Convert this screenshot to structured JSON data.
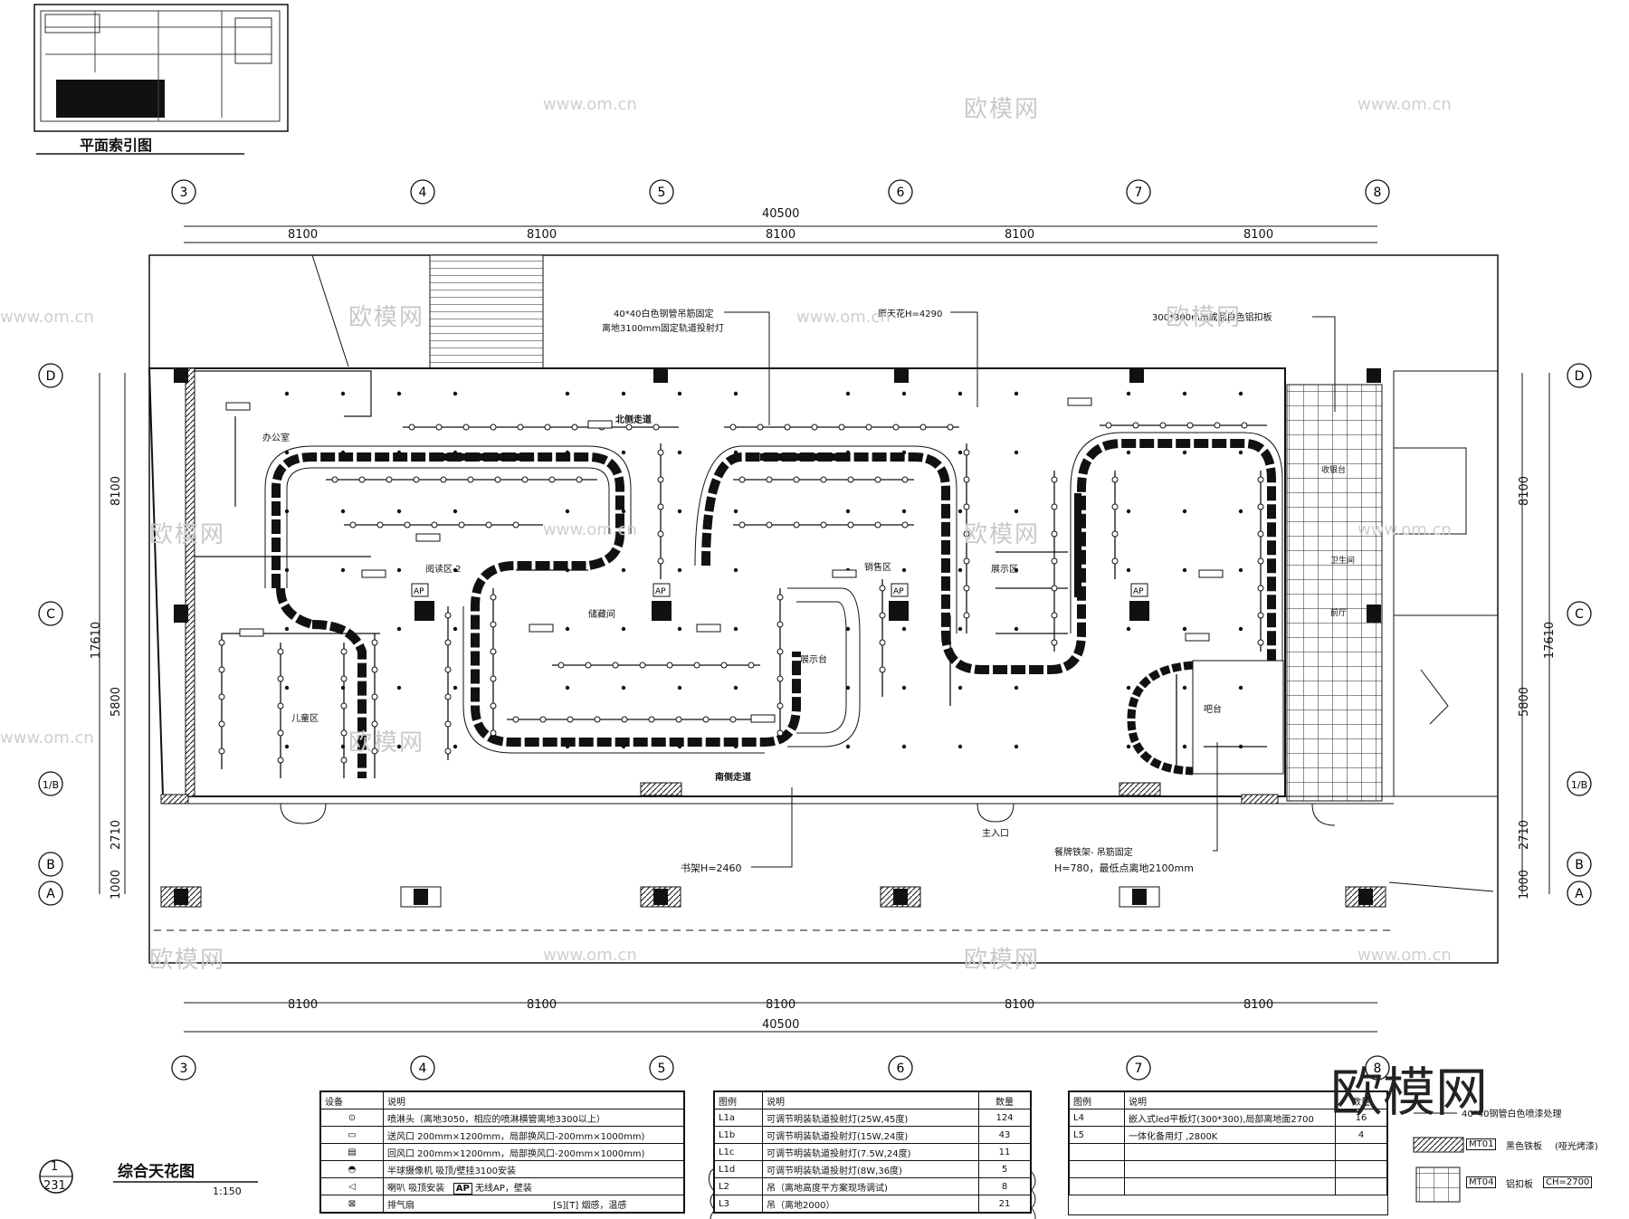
{
  "index_plan_title": "平面索引图",
  "drawing_title": "综合天花图",
  "drawing_scale": "1:150",
  "drawing_no": "1",
  "sheet_no": "231",
  "grid_top": [
    "3",
    "4",
    "5",
    "6",
    "7",
    "8"
  ],
  "grid_side": [
    "D",
    "C",
    "1/B",
    "B",
    "A"
  ],
  "dims_top": {
    "total": "40500",
    "bays": [
      "8100",
      "8100",
      "8100",
      "8100",
      "8100"
    ]
  },
  "dims_bottom": {
    "total": "40500",
    "bays": [
      "8100",
      "8100",
      "8100",
      "8100",
      "8100"
    ]
  },
  "dims_side": {
    "total": "17610",
    "segments": [
      "8100",
      "5800",
      "2710",
      "1000"
    ]
  },
  "rooms": {
    "office": "办公室",
    "reading": "阅读区 2",
    "sales": "销售区",
    "display": "展示区",
    "kids": "儿童区",
    "bar": "吧台",
    "counter": "展示台",
    "storage": "储藏间",
    "north_aisle": "北侧走道",
    "south_aisle": "南侧走道",
    "entrance": "主入口",
    "cashier": "收银台",
    "restroom": "卫生间",
    "lobby": "前厅"
  },
  "notes": {
    "n1_a": "40*40白色钢管吊筋固定",
    "n1_b": "离地3100mm固定轨道投射灯",
    "n2": "原天花H=4290",
    "n3": "300*300mm成品白色铝扣板",
    "n4": "书架H=2460",
    "n5_a": "餐牌铁架- 吊筋固定",
    "n5_b": "H=780，最低点离地2100mm"
  },
  "legend1": {
    "header": [
      "设备",
      "说明"
    ],
    "rows": [
      {
        "sym": "sprinkler",
        "desc": "喷淋头（离地3050，相应的喷淋横管离地3300以上）"
      },
      {
        "sym": "supply",
        "desc": "送风口 200mm×1200mm，局部换风口-200mm×1000mm)"
      },
      {
        "sym": "return",
        "desc": "回风口 200mm×1200mm，局部换风口-200mm×1000mm)"
      },
      {
        "sym": "camera",
        "desc": "半球摄像机  吸顶/壁挂3100安装"
      },
      {
        "sym": "speaker",
        "desc": "喇叭    吸顶安装"
      },
      {
        "sym": "exhaust",
        "desc": "排气扇"
      }
    ],
    "ap_label": "AP",
    "ap_desc": "无线AP，壁装",
    "smoke_desc": "烟感，温感"
  },
  "legend2": {
    "header": [
      "图例",
      "说明",
      "数量"
    ],
    "rows": [
      {
        "code": "L1a",
        "desc": "可调节明装轨道投射灯(25W,45度)",
        "qty": "124"
      },
      {
        "code": "L1b",
        "desc": "可调节明装轨道投射灯(15W,24度)",
        "qty": "43"
      },
      {
        "code": "L1c",
        "desc": "可调节明装轨道投射灯(7.5W,24度)",
        "qty": "11"
      },
      {
        "code": "L1d",
        "desc": "可调节明装轨道投射灯(8W,36度)",
        "qty": "5"
      },
      {
        "code": "L2",
        "desc": "吊（离地高度平方案现场调试)",
        "qty": "8"
      },
      {
        "code": "L3",
        "desc": "吊（离地2000）",
        "qty": "21"
      }
    ]
  },
  "legend3": {
    "header": [
      "图例",
      "说明",
      "数量"
    ],
    "rows": [
      {
        "code": "L4",
        "desc": "嵌入式led平板灯(300*300),局部离地面2700",
        "qty": "16"
      },
      {
        "code": "L5",
        "desc": "一体化备用灯 ,2800K",
        "qty": "4"
      }
    ]
  },
  "materials": {
    "note": "40*40钢管白色喷漆处理",
    "mt01_code": "MT01",
    "mt01_desc": "黑色铁板",
    "mt01_extra": "(哑光烤漆)",
    "mt04_code": "MT04",
    "mt04_desc": "铝扣板",
    "ch": "CH=2700"
  },
  "watermark_main": "欧模网",
  "watermark_url": "www.om.cn"
}
